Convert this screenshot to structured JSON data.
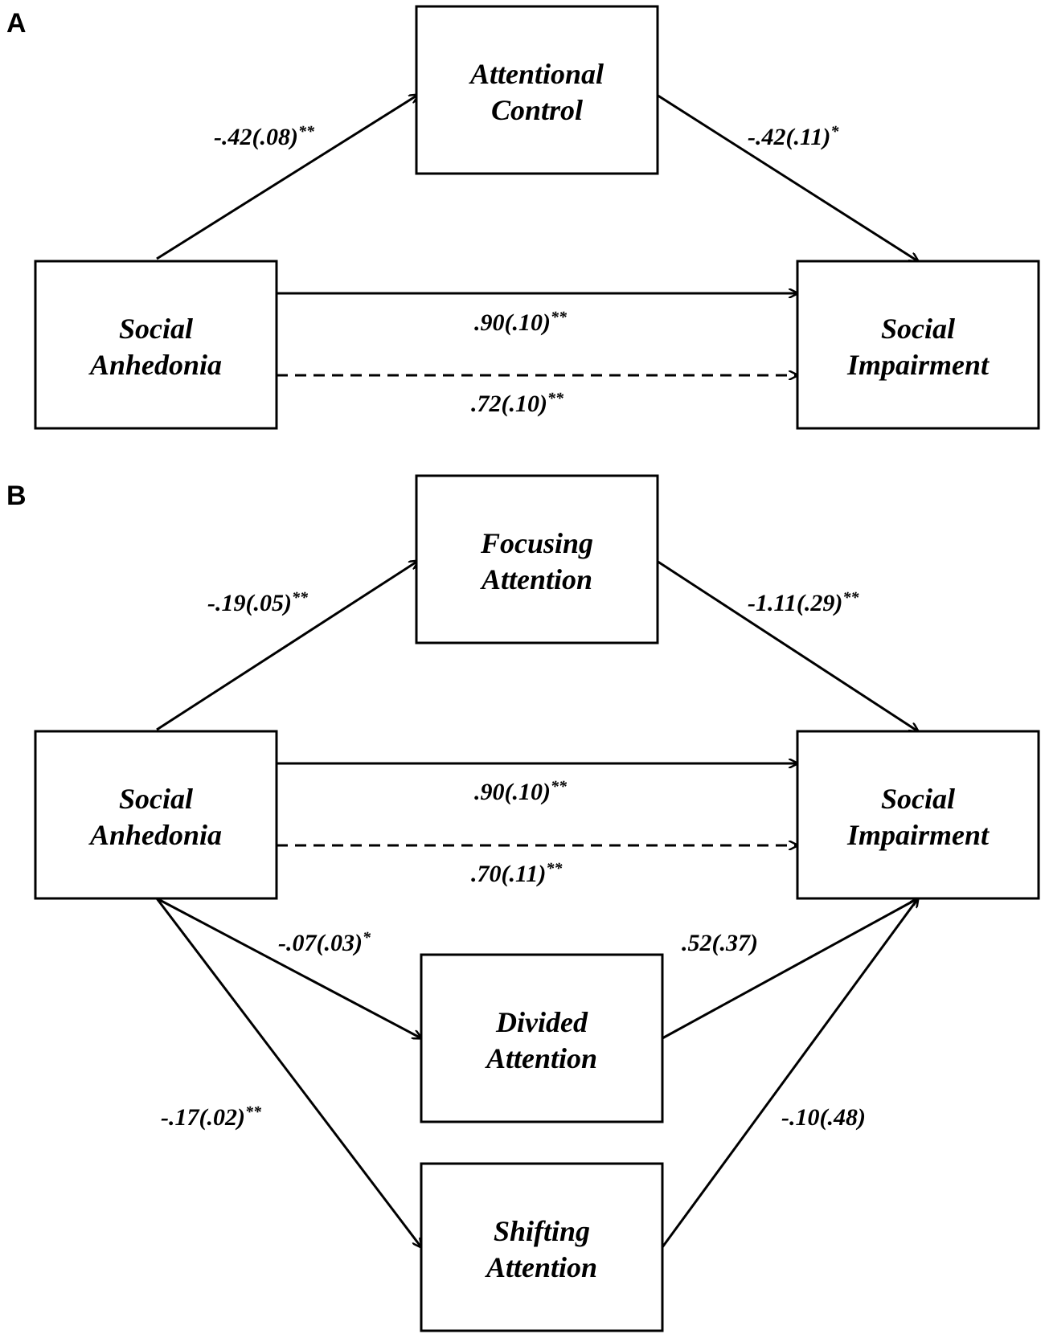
{
  "panels": [
    {
      "label": "A",
      "nodes": {
        "mediator": [
          "Attentional",
          "Control"
        ],
        "predictor": [
          "Social",
          "Anhedonia"
        ],
        "outcome": [
          "Social",
          "Impairment"
        ]
      },
      "paths": {
        "a": {
          "value": "-.42(.08)",
          "sig": "**"
        },
        "b": {
          "value": "-.42(.11)",
          "sig": "*"
        },
        "c": {
          "value": ".90(.10)",
          "sig": "**"
        },
        "c_prime": {
          "value": ".72(.10)",
          "sig": "**"
        }
      }
    },
    {
      "label": "B",
      "nodes": {
        "focusing": [
          "Focusing",
          "Attention"
        ],
        "predictor": [
          "Social",
          "Anhedonia"
        ],
        "outcome": [
          "Social",
          "Impairment"
        ],
        "divided": [
          "Divided",
          "Attention"
        ],
        "shifting": [
          "Shifting",
          "Attention"
        ]
      },
      "paths": {
        "a_focusing": {
          "value": "-.19(.05)",
          "sig": "**"
        },
        "b_focusing": {
          "value": "-1.11(.29)",
          "sig": "**"
        },
        "c": {
          "value": ".90(.10)",
          "sig": "**"
        },
        "c_prime": {
          "value": ".70(.11)",
          "sig": "**"
        },
        "a_divided": {
          "value": "-.07(.03)",
          "sig": "*"
        },
        "b_divided": {
          "value": ".52(.37)",
          "sig": ""
        },
        "a_shifting": {
          "value": "-.17(.02)",
          "sig": "**"
        },
        "b_shifting": {
          "value": "-.10(.48)",
          "sig": ""
        }
      }
    }
  ]
}
